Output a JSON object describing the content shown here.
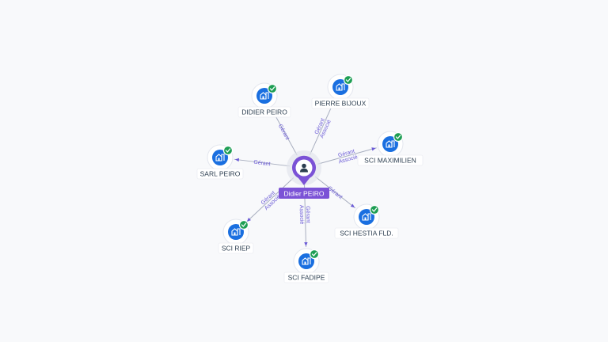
{
  "colors": {
    "background": "#f8f9fb",
    "edge": "#a8aebf",
    "edge_label": "#6b5bd6",
    "company_icon": "#1a6fe0",
    "check_badge": "#1e9e54",
    "person_marker": "#7b52d6",
    "center_label_bg": "#7b52d6"
  },
  "center": {
    "name": "Didier PEIRO",
    "icon": "person-icon"
  },
  "nodes": [
    {
      "id": "didier",
      "label": "DIDIER PEIRO",
      "icon": "building-icon",
      "badge": "check-icon"
    },
    {
      "id": "pierre",
      "label": "PIERRE BIJOUX",
      "icon": "building-icon",
      "badge": "check-icon"
    },
    {
      "id": "maximilien",
      "label": "SCI MAXIMILIEN",
      "icon": "building-icon",
      "badge": "check-icon"
    },
    {
      "id": "sarl",
      "label": "SARL PEIRO",
      "icon": "building-icon",
      "badge": "check-icon"
    },
    {
      "id": "hestia",
      "label": "SCI HESTIA FLD.",
      "icon": "building-icon",
      "badge": "check-icon"
    },
    {
      "id": "riep",
      "label": "SCI RIEP",
      "icon": "building-icon",
      "badge": "check-icon"
    },
    {
      "id": "fadipe",
      "label": "SCI FADIPE",
      "icon": "building-icon",
      "badge": "check-icon"
    }
  ],
  "edges": [
    {
      "to": "didier",
      "labels": [
        "Gérant"
      ]
    },
    {
      "to": "pierre",
      "labels": [
        "Gérant",
        "Associé"
      ]
    },
    {
      "to": "maximilien",
      "labels": [
        "Gérant",
        "Associé"
      ]
    },
    {
      "to": "sarl",
      "labels": [
        "Gérant"
      ]
    },
    {
      "to": "hestia",
      "labels": [
        "Gérant"
      ]
    },
    {
      "to": "riep",
      "labels": [
        "Gérant",
        "Associé"
      ]
    },
    {
      "to": "fadipe",
      "labels": [
        "Gérant",
        "Associé"
      ]
    }
  ]
}
